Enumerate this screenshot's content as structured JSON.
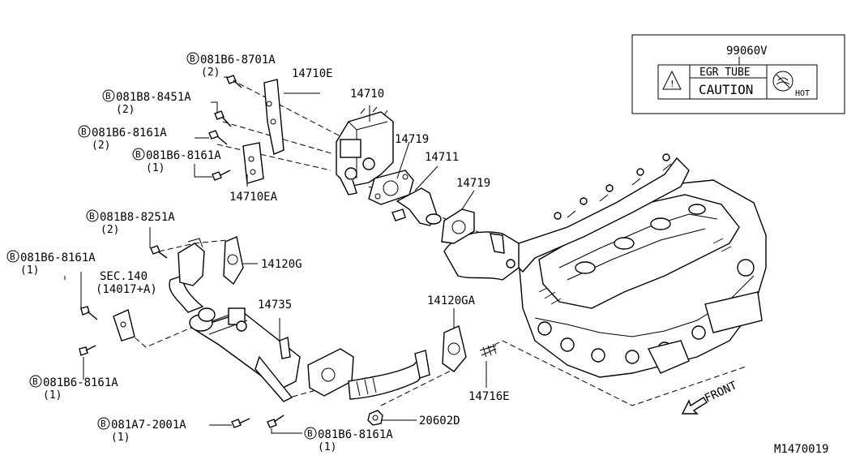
{
  "caution_label": {
    "part_number": "99060V",
    "line1": "EGR TUBE",
    "line2": "CAUTION",
    "hot": "HOT"
  },
  "parts": {
    "p14710": "14710",
    "p14710E": "14710E",
    "p14710EA": "14710EA",
    "p14719_a": "14719",
    "p14719_b": "14719",
    "p14711": "14711",
    "p14120G": "14120G",
    "p14120GA": "14120GA",
    "p14735": "14735",
    "p14716E": "14716E",
    "p20602D": "20602D",
    "sec_line1": "SEC.140",
    "sec_line2": "(14017+A)"
  },
  "bolts": [
    {
      "num": "081B6-8701A",
      "qty": "(2)"
    },
    {
      "num": "081B8-8451A",
      "qty": "(2)"
    },
    {
      "num": "081B6-8161A",
      "qty": "(2)"
    },
    {
      "num": "081B6-8161A",
      "qty": "(1)"
    },
    {
      "num": "081B8-8251A",
      "qty": "(2)"
    },
    {
      "num": "081B6-8161A",
      "qty": "(1)"
    },
    {
      "num": "081B6-8161A",
      "qty": "(1)"
    },
    {
      "num": "081A7-2001A",
      "qty": "(1)"
    },
    {
      "num": "081B6-8161A",
      "qty": "(1)"
    }
  ],
  "bolt_prefix": "B",
  "front_label": "FRONT",
  "diagram_id": "M1470019"
}
